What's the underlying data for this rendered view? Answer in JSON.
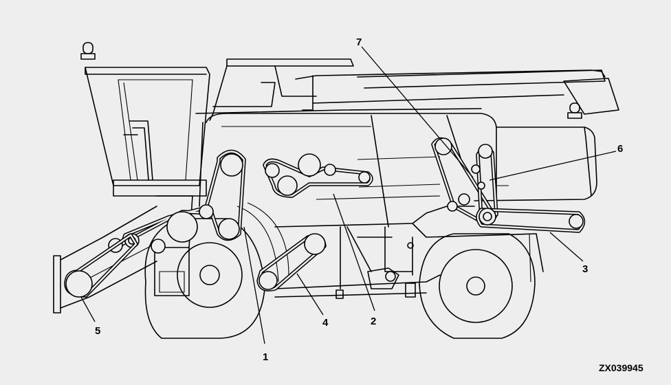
{
  "figure": {
    "image_id_label": "ZX039945"
  },
  "callouts": [
    {
      "id": "1",
      "label": "1"
    },
    {
      "id": "2",
      "label": "2"
    },
    {
      "id": "3",
      "label": "3"
    },
    {
      "id": "4",
      "label": "4"
    },
    {
      "id": "5",
      "label": "5"
    },
    {
      "id": "6",
      "label": "6"
    },
    {
      "id": "7",
      "label": "7"
    }
  ],
  "colors": {
    "background": "#eeeeee",
    "line": "#000000"
  }
}
